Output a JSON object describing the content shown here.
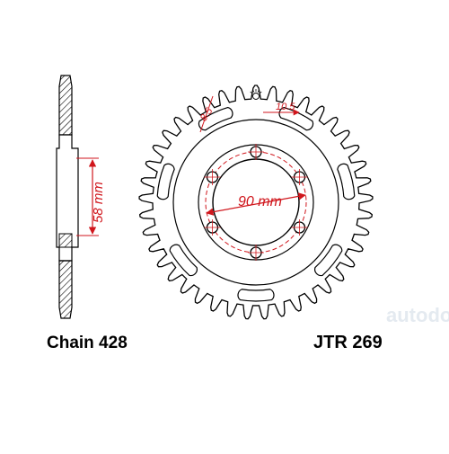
{
  "labels": {
    "chain": "Chain 428",
    "part_number": "JTR 269"
  },
  "dimensions": {
    "side_height": "58 mm",
    "bolt_circle": "90 mm",
    "hole_a": "8.5",
    "hole_b": "10.5"
  },
  "sprocket": {
    "teeth": 41,
    "bolt_holes": 6
  },
  "watermark": "autodoc",
  "colors": {
    "line": "#000000",
    "dimension": "#d0161c",
    "hatch": "#000000",
    "watermark": "#cfd9e4"
  }
}
